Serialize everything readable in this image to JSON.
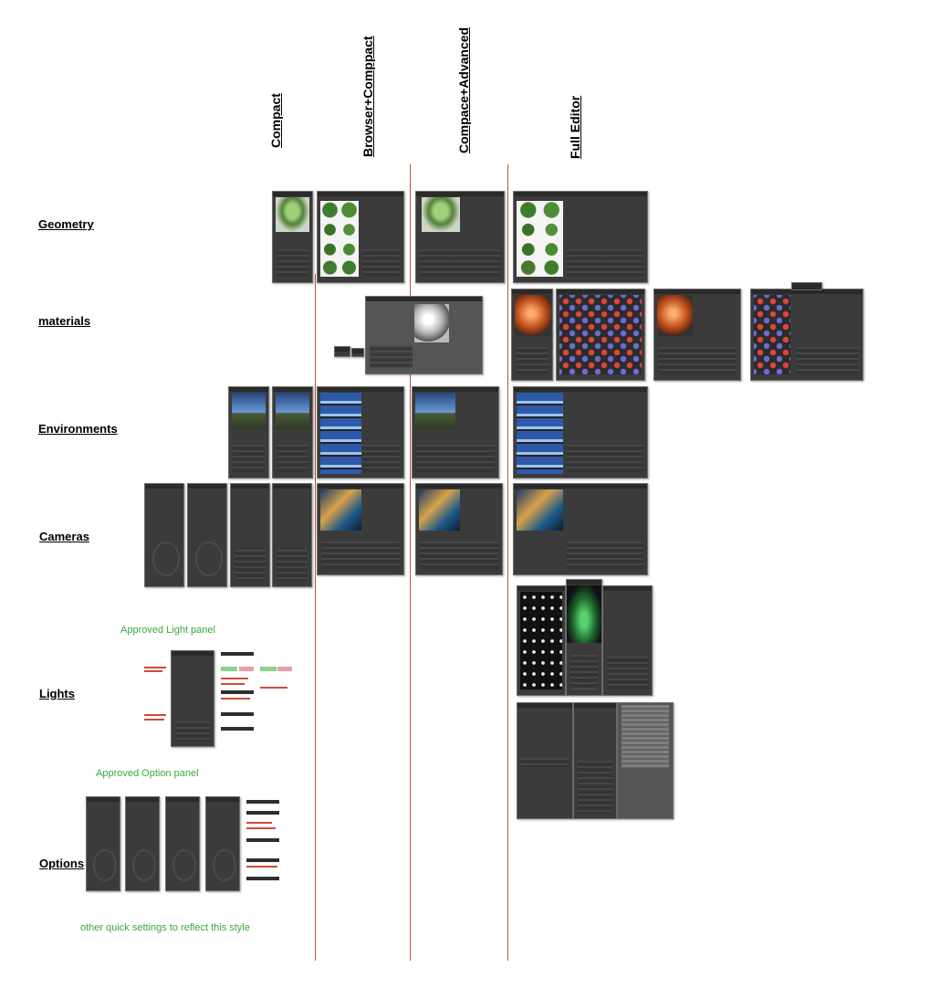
{
  "columns": [
    {
      "label": "Compact"
    },
    {
      "label": "Browser+Comppact"
    },
    {
      "label": "Compace+Advanced"
    },
    {
      "label": "Full Editor"
    }
  ],
  "rows": [
    {
      "label": "Geometry"
    },
    {
      "label": "materials"
    },
    {
      "label": "Environments"
    },
    {
      "label": "Cameras"
    },
    {
      "label": "Lights"
    },
    {
      "label": "Options"
    }
  ],
  "notes": {
    "light_panel": "Approved Light  panel",
    "option_panel": "Approved Option  panel",
    "quick_settings": "other quick settings to reflect this style"
  },
  "colors": {
    "divider": "#b5553b",
    "note_text": "#3aa83a",
    "panel_bg": "#3b3b3b"
  }
}
